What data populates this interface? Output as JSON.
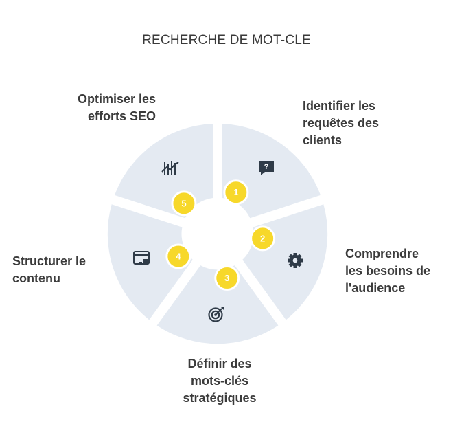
{
  "title": "RECHERCHE DE MOT-CLE",
  "colors": {
    "segment": "#e4eaf2",
    "badge": "#f7d82a",
    "badge_text": "#ffffff",
    "icon": "#2f3b48",
    "text": "#3b3b3b"
  },
  "steps": [
    {
      "number": "1",
      "label": "Identifier les\nrequêtes des\nclients",
      "icon": "speech-bubble-question-icon"
    },
    {
      "number": "2",
      "label": "Comprendre\nles besoins de\nl'audience",
      "icon": "gear-icon"
    },
    {
      "number": "3",
      "label": "Définir des\nmots-clés\nstratégiques",
      "icon": "target-icon"
    },
    {
      "number": "4",
      "label": "Structurer le\ncontenu",
      "icon": "browser-window-icon"
    },
    {
      "number": "5",
      "label": "Optimiser les\nefforts SEO",
      "icon": "chart-analysis-icon"
    }
  ]
}
